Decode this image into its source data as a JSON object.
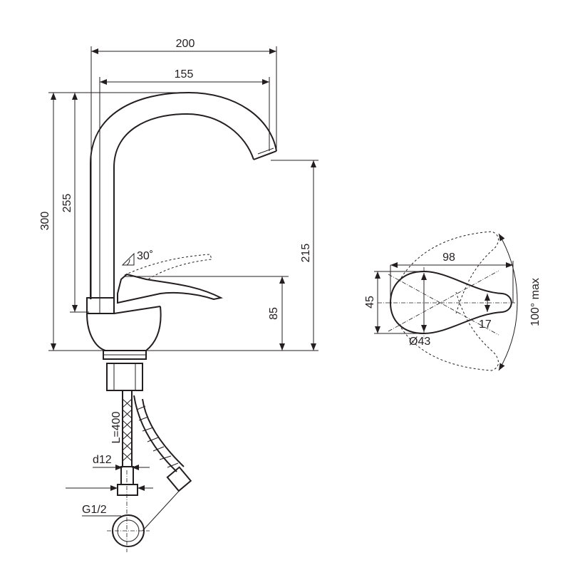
{
  "drawing": {
    "dimensions": {
      "width_total": "200",
      "width_spout": "155",
      "height_total": "300",
      "height_spout": "255",
      "height_outlet": "215",
      "height_lever": "85",
      "lever_angle": "30˚",
      "handle_length": "98",
      "handle_width": "45",
      "handle_tip": "17",
      "handle_diameter": "Ø43",
      "rotation": "100° max",
      "hose_length": "L=400",
      "hose_diameter": "d12",
      "thread": "G1/2"
    },
    "colors": {
      "line": "#231f20",
      "background": "#ffffff"
    }
  }
}
